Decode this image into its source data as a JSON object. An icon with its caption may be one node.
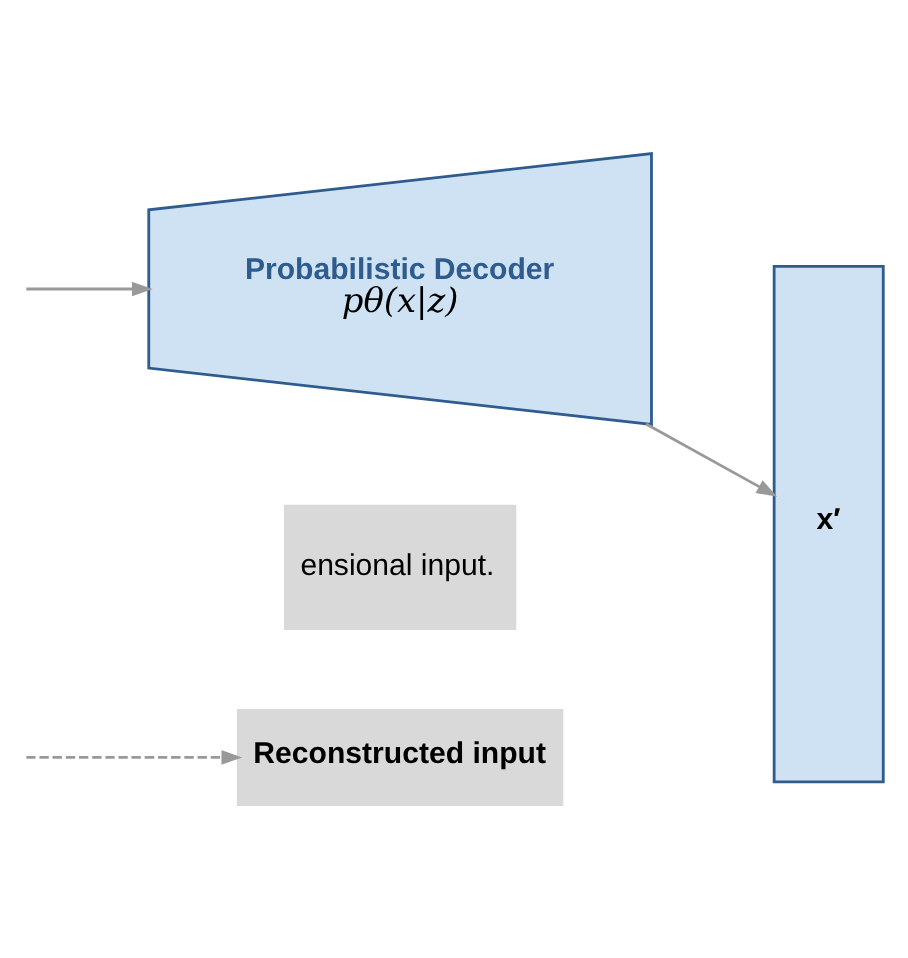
{
  "diagram": {
    "nodes": [
      {
        "text": [
          "Reconstructed input"
        ]
      },
      {
        "text": [
          "Probabilistic Decoder",
          "pθ(x|z)"
        ]
      },
      {
        "text": [
          "x′"
        ]
      },
      {
        "text": [
          "ensional input."
        ]
      }
    ],
    "edges": [
      {
        "from": null,
        "to": 0,
        "arrow": "to",
        "style": "dashed"
      },
      {
        "from": null,
        "to": 1,
        "arrow": "to"
      },
      {
        "from": 1,
        "to": 2,
        "arrow": "to"
      }
    ]
  }
}
